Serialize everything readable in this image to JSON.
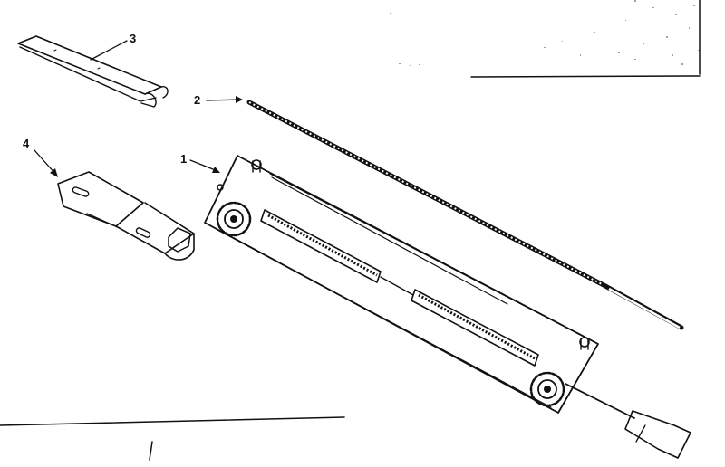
{
  "callouts": [
    {
      "id": "1",
      "label": "1"
    },
    {
      "id": "2",
      "label": "2"
    },
    {
      "id": "3",
      "label": "3"
    },
    {
      "id": "4",
      "label": "4"
    }
  ],
  "parts": [
    {
      "id": "1",
      "name": "file-guide-holder"
    },
    {
      "id": "2",
      "name": "round-file"
    },
    {
      "id": "3",
      "name": "bar-gauge-strip"
    },
    {
      "id": "4",
      "name": "hex-wrench"
    }
  ],
  "colors": {
    "ink": "#111111",
    "paper": "#ffffff",
    "shade": "#555555"
  }
}
